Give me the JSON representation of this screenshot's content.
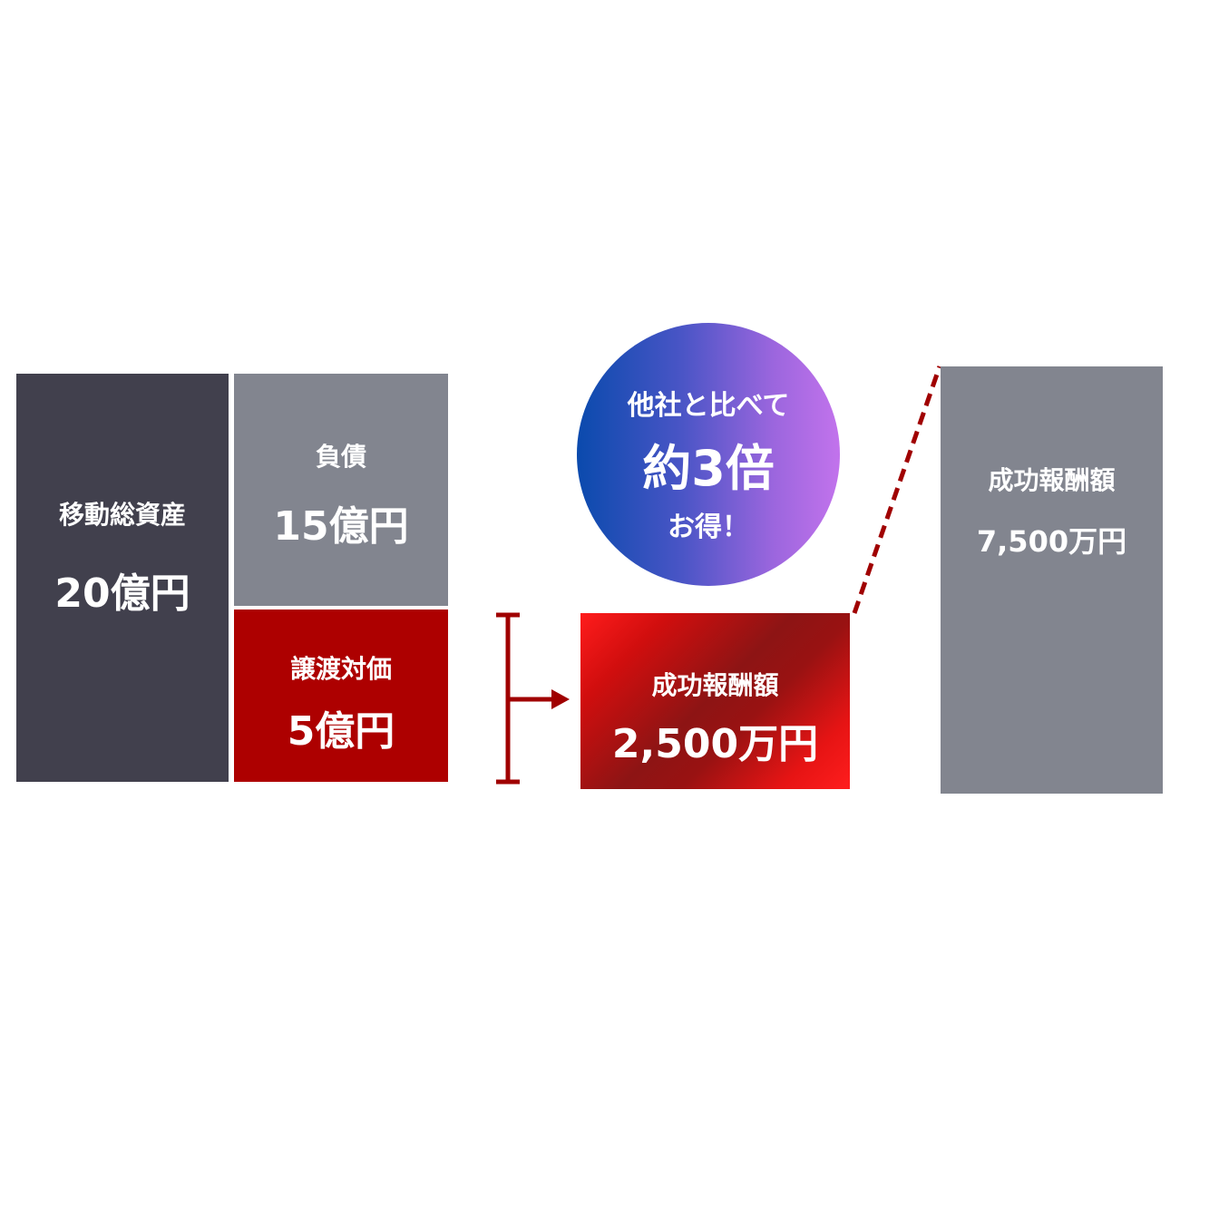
{
  "total_assets": {
    "label": "移動総資産",
    "value": "20億円"
  },
  "liabilities": {
    "label": "負債",
    "value": "15億円"
  },
  "transfer_price": {
    "label": "譲渡対価",
    "value": "5億円"
  },
  "our_fee": {
    "label": "成功報酬額",
    "value": "2,500万円"
  },
  "other_fee": {
    "label": "成功報酬額",
    "value": "7,500万円"
  },
  "badge": {
    "line1": "他社と比べて",
    "line2": "約3倍",
    "line3": "お得！"
  },
  "colors": {
    "total_assets": "#41404d",
    "liabilities": "#82858f",
    "transfer_price": "#ad0000",
    "our_fee": "#e61414",
    "other_fee": "#82858f",
    "badge_start": "#0a4aad",
    "badge_end": "#c273ec",
    "connector": "#a00000"
  }
}
